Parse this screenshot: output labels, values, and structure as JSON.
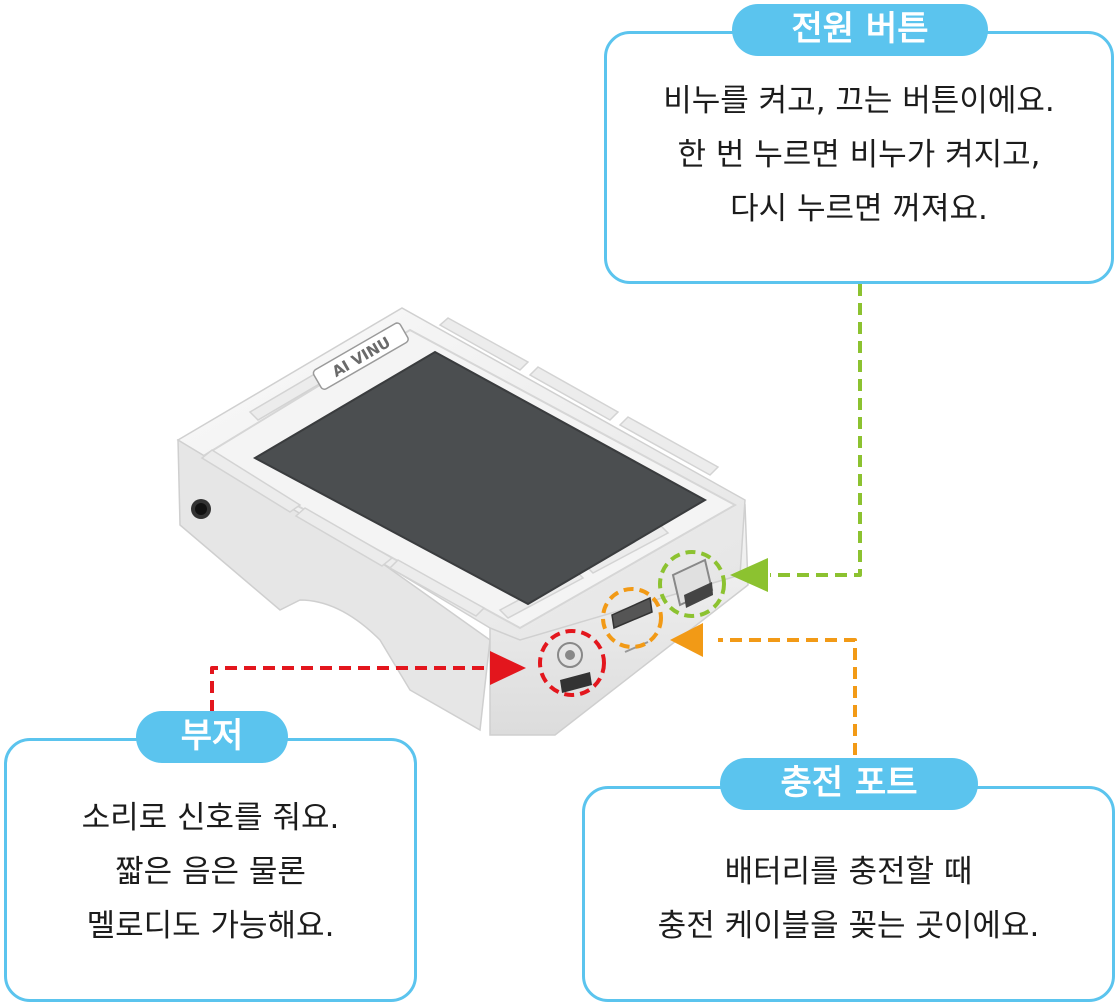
{
  "callouts": {
    "power": {
      "title": "전원 버튼",
      "lines": [
        "비누를 켜고, 끄는 버튼이에요.",
        "한 번 누르면 비누가 켜지고,",
        "다시 누르면 꺼져요."
      ],
      "color": "#8cc230"
    },
    "buzzer": {
      "title": "부저",
      "lines": [
        "소리로 신호를 줘요.",
        "짧은 음은 물론",
        "멜로디도 가능해요."
      ],
      "color": "#e3161d"
    },
    "charge": {
      "title": "충전 포트",
      "lines": [
        "배터리를 충전할 때",
        "충전 케이블을 꽂는 곳이에요."
      ],
      "color": "#f29a16"
    }
  },
  "device": {
    "logo": "AI VINU",
    "body_color": "#f2f2f2",
    "screen_color": "#4b4e50"
  },
  "colors": {
    "callout_border": "#5bc4ee",
    "pill_fill": "#5bc4ee"
  }
}
